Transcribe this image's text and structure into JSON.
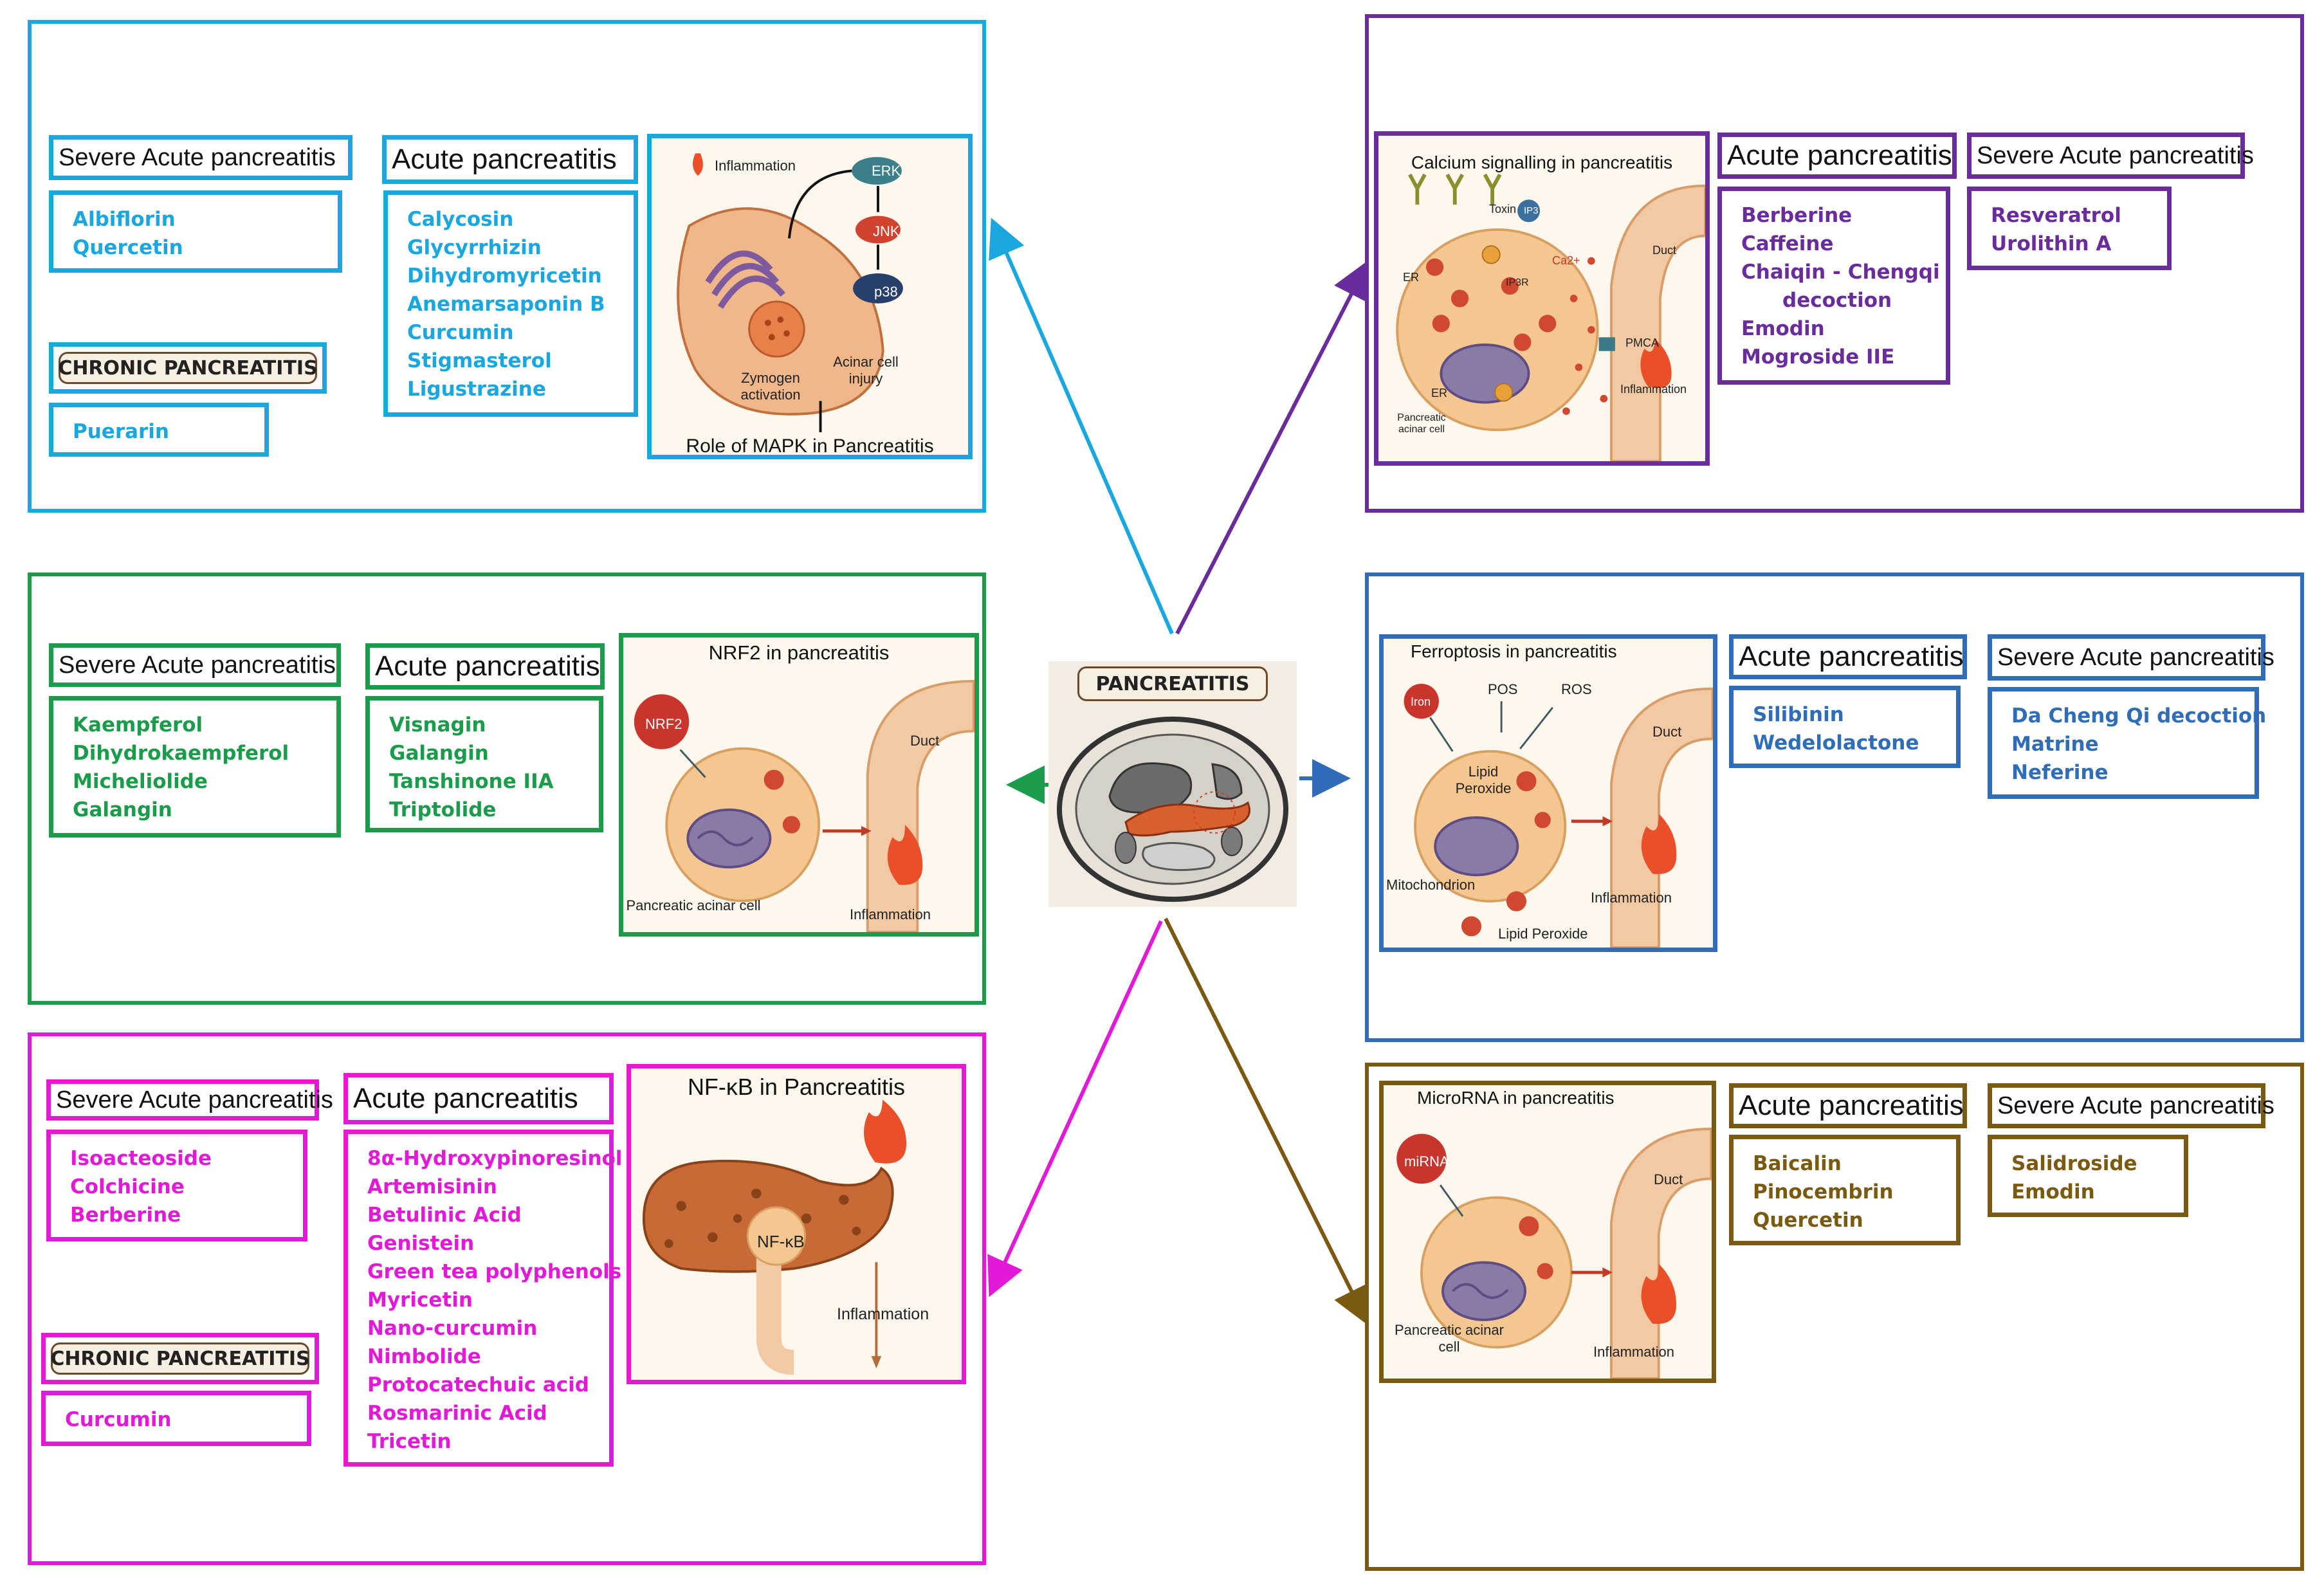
{
  "colors": {
    "cyan": "#1aa6df",
    "green": "#1a9c4a",
    "magenta": "#e21ad8",
    "purple": "#6a2c9c",
    "blue": "#2f6db8",
    "brown": "#7a5a10"
  },
  "center": {
    "label": "PANCREATITIS"
  },
  "mapk": {
    "severe_header": "Severe Acute pancreatitis",
    "severe_items": [
      "Albiflorin",
      "Quercetin"
    ],
    "acute_header": "Acute pancreatitis",
    "acute_items": [
      "Calycosin",
      "Glycyrrhizin",
      "Dihydromyricetin",
      "Anemarsaponin B",
      "Curcumin",
      "Stigmasterol",
      "Ligustrazine"
    ],
    "chronic_header": "CHRONIC PANCREATITIS",
    "chronic_items": [
      "Puerarin"
    ],
    "illustration": {
      "title": "Role of MAPK in Pancreatitis",
      "labels": {
        "inflammation": "Inflammation",
        "erk": "ERK",
        "jnk": "JNK",
        "p38": "p38",
        "zymogen": "Zymogen activation",
        "acinar": "Acinar cell injury"
      }
    }
  },
  "nrf2": {
    "severe_header": "Severe Acute pancreatitis",
    "severe_items": [
      "Kaempferol",
      "Dihydrokaempferol",
      "Micheliolide",
      "Galangin"
    ],
    "acute_header": "Acute pancreatitis",
    "acute_items": [
      "Visnagin",
      "Galangin",
      "Tanshinone IIA",
      "Triptolide"
    ],
    "illustration": {
      "title": "NRF2 in pancreatitis",
      "labels": {
        "nrf2": "NRF2",
        "duct": "Duct",
        "cell": "Pancreatic acinar cell",
        "inflammation": "Inflammation"
      }
    }
  },
  "nfkb": {
    "severe_header": "Severe Acute pancreatitis",
    "severe_items": [
      "Isoacteoside",
      "Colchicine",
      "Berberine"
    ],
    "acute_header": "Acute pancreatitis",
    "acute_items": [
      "8α-Hydroxypinoresinol",
      "Artemisinin",
      "Betulinic Acid",
      "Genistein",
      "Green tea polyphenols",
      "Myricetin",
      "Nano-curcumin",
      "Nimbolide",
      "Protocatechuic acid",
      "Rosmarinic Acid",
      "Tricetin"
    ],
    "chronic_header": "CHRONIC PANCREATITIS",
    "chronic_items": [
      "Curcumin"
    ],
    "illustration": {
      "title": "NF-κB in Pancreatitis",
      "labels": {
        "nfkb": "NF-κB",
        "inflammation": "Inflammation"
      }
    }
  },
  "calcium": {
    "acute_header": "Acute pancreatitis",
    "acute_items": [
      "Berberine",
      "Caffeine",
      "Chaiqin - Chengqi",
      "decoction",
      "Emodin",
      "Mogroside IIE"
    ],
    "severe_header": "Severe Acute pancreatitis",
    "severe_items": [
      "Resveratrol",
      "Urolithin A"
    ],
    "illustration": {
      "title": "Calcium signalling in pancreatitis",
      "labels": {
        "toxin": "Toxin",
        "ip3": "IP3",
        "er": "ER",
        "er2": "ER",
        "ip3r": "IP3R",
        "ca": "Ca2+",
        "duct": "Duct",
        "pmca": "PMCA",
        "cell": "Pancreatic acinar cell",
        "inflammation": "Inflammation"
      }
    }
  },
  "ferroptosis": {
    "acute_header": "Acute pancreatitis",
    "acute_items": [
      "Silibinin",
      "Wedelolactone"
    ],
    "severe_header": "Severe Acute pancreatitis",
    "severe_items": [
      "Da Cheng Qi decoction",
      "Matrine",
      "Neferine"
    ],
    "illustration": {
      "title": "Ferroptosis in pancreatitis",
      "labels": {
        "iron": "Iron",
        "pos": "POS",
        "ros": "ROS",
        "lipid": "Lipid Peroxide",
        "duct": "Duct",
        "mito": "Mitochondrion",
        "inflammation": "Inflammation",
        "lipid2": "Lipid Peroxide"
      }
    }
  },
  "microrna": {
    "acute_header": "Acute pancreatitis",
    "acute_items": [
      "Baicalin",
      "Pinocembrin",
      "Quercetin"
    ],
    "severe_header": "Severe Acute pancreatitis",
    "severe_items": [
      "Salidroside",
      "Emodin"
    ],
    "illustration": {
      "title": "MicroRNA in pancreatitis",
      "labels": {
        "mirna": "miRNA",
        "duct": "Duct",
        "cell": "Pancreatic acinar cell",
        "inflammation": "Inflammation"
      }
    }
  }
}
